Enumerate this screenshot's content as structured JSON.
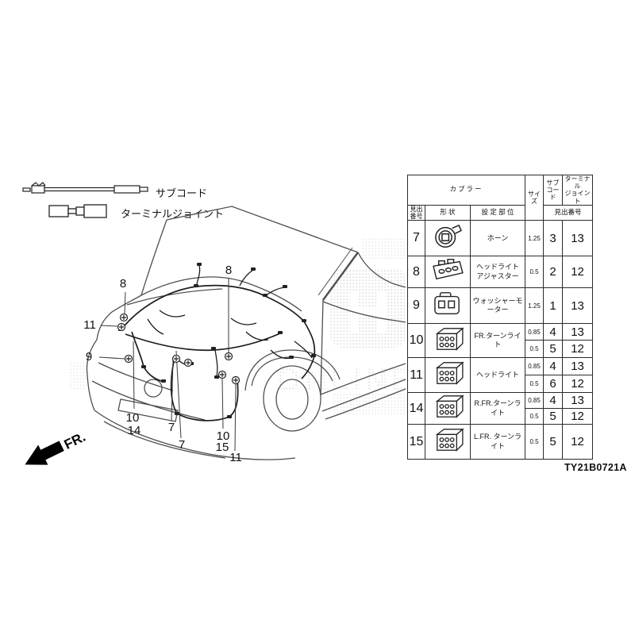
{
  "legend": {
    "sub_cord_label": "サブコード",
    "terminal_joint_label": "ターミナルジョイント"
  },
  "direction_label": "FR.",
  "drawing_code": "TY21B0721A",
  "callouts": [
    "8",
    "11",
    "9",
    "8",
    "10",
    "14",
    "7",
    "7",
    "10",
    "15",
    "11"
  ],
  "table": {
    "headers": {
      "coupler": "カプラー",
      "index_no": "見出\n番号",
      "shape": "形 状",
      "location": "設 定 部 位",
      "size": "サイズ",
      "sub_cord": "サブ\nコード",
      "terminal_joint": "ターミナル\nジョイント",
      "index_no_span": "見出番号"
    },
    "rows": [
      {
        "no": "7",
        "shape": "round",
        "location": "ホーン",
        "entries": [
          {
            "size": "1.25",
            "sub": "3",
            "tj": "13"
          }
        ]
      },
      {
        "no": "8",
        "shape": "wide",
        "location": "ヘッドライト\nアジャスター",
        "entries": [
          {
            "size": "0.5",
            "sub": "2",
            "tj": "12"
          }
        ]
      },
      {
        "no": "9",
        "shape": "boxy",
        "location": "ウォッシャーモーター",
        "entries": [
          {
            "size": "1.25",
            "sub": "1",
            "tj": "13"
          }
        ]
      },
      {
        "no": "10",
        "shape": "cube",
        "location": "FR.ターンライト",
        "entries": [
          {
            "size": "0.85",
            "sub": "4",
            "tj": "13"
          },
          {
            "size": "0.5",
            "sub": "5",
            "tj": "12"
          }
        ]
      },
      {
        "no": "11",
        "shape": "cube",
        "location": "ヘッドライト",
        "entries": [
          {
            "size": "0.85",
            "sub": "4",
            "tj": "13"
          },
          {
            "size": "0.5",
            "sub": "6",
            "tj": "12"
          }
        ]
      },
      {
        "no": "14",
        "shape": "cube",
        "location": "R.FR.ターンライト",
        "entries": [
          {
            "size": "0.85",
            "sub": "4",
            "tj": "13"
          },
          {
            "size": "0.5",
            "sub": "5",
            "tj": "12"
          }
        ]
      },
      {
        "no": "15",
        "shape": "cube",
        "location": "L.FR. ターンライト",
        "entries": [
          {
            "size": "0.5",
            "sub": "5",
            "tj": "12"
          }
        ]
      }
    ]
  }
}
